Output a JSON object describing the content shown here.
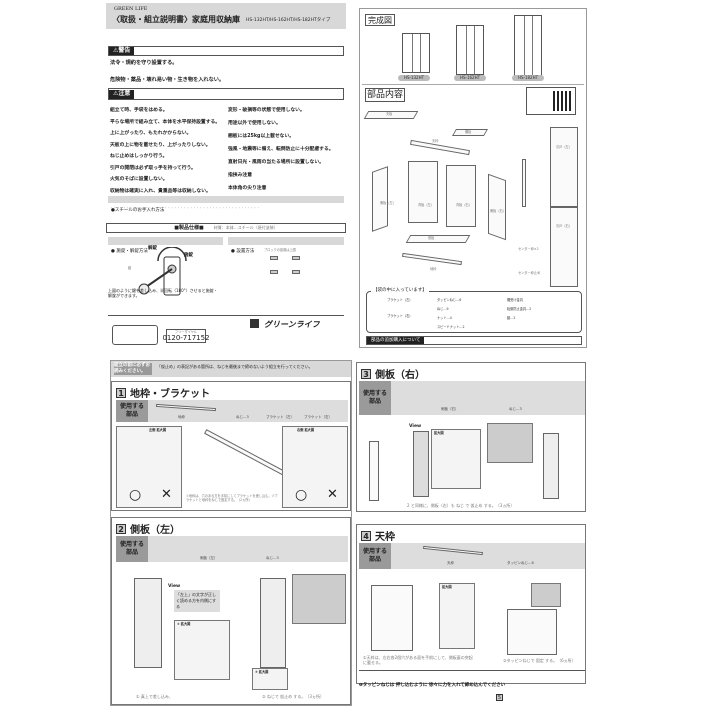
{
  "manual": {
    "brand": "GREEN LIFE",
    "title": "〈取扱・組立説明書〉家庭用収納庫",
    "models": "HS-132HT/HS-162HT/HS-182HTタイプ",
    "warning_badge": "⚠警告",
    "warnings": [
      "法令・規約を守り設置する。",
      "危険物・薬品・壊れ易い物・生き物を入れない。"
    ],
    "caution_badge": "⚠注意",
    "cautions_left": [
      "組立て時、手袋をはめる。",
      "平らな場所で組み立て、本体を水平保持設置する。",
      "上に上がったり、もたれかからない。",
      "天板の上に物を載せたり、上がったりしない。",
      "ねじ止めはしっかり行う。",
      "引戸の開閉は必ず取っ手を持って行う。",
      "火気のそばに設置しない。",
      "収納物は確実に入れ、貴重品等は収納しない。"
    ],
    "cautions_right": [
      "変形・破損等の状態で使用しない。",
      "用途以外で使用しない。",
      "棚板には25kg以上載せない。",
      "強風・地震等に備え、転倒防止に十分配慮する。",
      "直射日光・風雨の当たる場所に設置しない。",
      "指挟み注意",
      "本体角の尖り注意"
    ],
    "care_heading": "●スチールのお手入れ方法",
    "spec_heading": "■製品仕様■",
    "spec_text": "材質：本体…スチール（焼付塗装）",
    "lock_heading": "● 施錠・解錠方法",
    "lock_labels": [
      "解錠",
      "施錠",
      "鍵"
    ],
    "lock_text": "上図のように鍵を差し込み、半回転（180°）させると施錠・解錠ができます。",
    "install_heading": "● 設置方法",
    "install_sub": "ブロックの設置は上図",
    "phone_label": "フリーダイヤル",
    "phone": "0120-717152",
    "company": "グリーンライフ"
  },
  "overview": {
    "complete_title": "完成図",
    "models": [
      "HS-132HT",
      "HS-162HT",
      "HS-182HT"
    ],
    "parts_title": "部品内容",
    "parts": [
      "天板",
      "棚板",
      "天枠",
      "側板（左）",
      "背板（左）",
      "背板（右）",
      "側板（右）",
      "底板",
      "地枠",
      "センター枠×2",
      "センター枠止め",
      "引戸（左）",
      "引戸（右）"
    ],
    "bag_title": "【袋の中に入っています】",
    "bag_items": [
      "ブラケット（左）",
      "ブラケット（右）",
      "タッピンねじ…6",
      "ねじ…9",
      "ナット…4",
      "スピードナット…2",
      "棚受け金具",
      "転倒防止金具…2",
      "鍵…2"
    ],
    "footer_badge": "部品の追加購入について"
  },
  "notice": {
    "label": "組立の前に必ずお読みください。",
    "text": "「仮止め」の表記がある箇所は、ねじを最後まで締めないよう組立を行ってください。"
  },
  "steps": [
    {
      "num": "1",
      "title": "地枠・ブラケット",
      "parts_label": "使用する部品",
      "parts": [
        "地枠",
        "ねじ…3",
        "ブラケット（左）",
        "ブラケット（右）"
      ],
      "zoom_left": "左側 拡大図",
      "zoom_right": "右側 拡大図",
      "caption": "①地枠は、穴のある方を手前にしてブラケットを差し込む。②ブラケットと地枠をねじで固定する。（2ヵ所）"
    },
    {
      "num": "2",
      "title": "側板（左）",
      "parts_label": "使用する部品",
      "parts": [
        "側板（左）",
        "ねじ…3"
      ],
      "view": "View",
      "note": "「左上」の文字が正しく読める方を内側にする",
      "zoom": "① 拡大図",
      "zoom2": "② 拡大図",
      "cap1": "① 真上で差し込み、",
      "cap2": "② ねじで 仮止め する。（3ヵ所）"
    },
    {
      "num": "3",
      "title": "側板（右）",
      "parts_label": "使用する部品",
      "parts": [
        "側板（右）",
        "ねじ…3"
      ],
      "view": "View",
      "zoom": "拡大図",
      "caption": "2 と同様に、側板（右）も ねじ で 仮止め する。（3ヵ所）"
    },
    {
      "num": "4",
      "title": "天枠",
      "parts_label": "使用する部品",
      "parts": [
        "天枠",
        "タッピンねじ…6"
      ],
      "zoom": "拡大図",
      "cap1": "①天枠は、左右各2個穴がある面を手前にして、側板裏の突起に載せる。",
      "cap2": "②タッピンねじで 固定 する。（6ヵ所）",
      "tip": "❶タッピンねじは 押し込むように 徐々に力を入れて締め込んでください"
    }
  ],
  "page_next": "5"
}
